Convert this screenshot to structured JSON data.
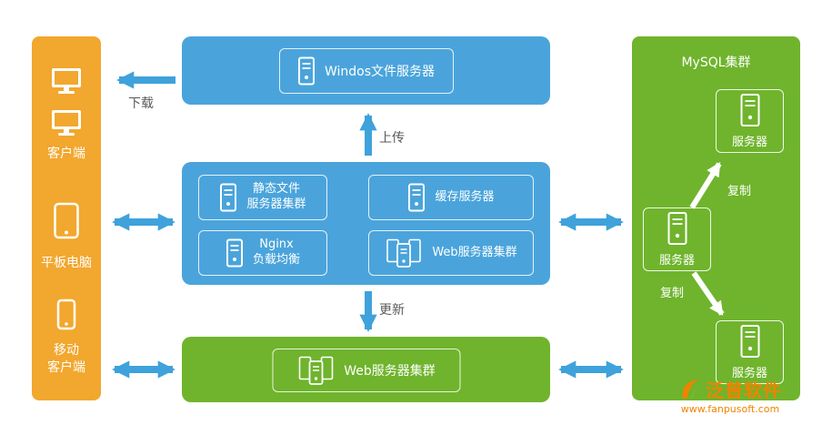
{
  "colors": {
    "orange": "#F2A72E",
    "blue": "#4AA4DB",
    "green": "#6FB42C",
    "arrow_blue": "#3FA2DB"
  },
  "left_panel": {
    "client_label": "客户端",
    "tablet_label": "平板电脑",
    "mobile_label": "移动\n客户端"
  },
  "top_box": {
    "label": "Windos文件服务器"
  },
  "middle_box": {
    "static_files": "静态文件\n服务器集群",
    "cache": "缓存服务器",
    "nginx": "Nginx\n负载均衡",
    "web_cluster": "Web服务器集群"
  },
  "bottom_box": {
    "label": "Web服务器集群"
  },
  "right_panel": {
    "title": "MySQL集群",
    "server_top": "服务器",
    "server_middle": "服务器",
    "server_bottom": "服务器",
    "replicate_top": "复制",
    "replicate_bottom": "复制"
  },
  "arrows": {
    "download": "下载",
    "upload": "上传",
    "update": "更新"
  },
  "watermark": {
    "brand": "泛普软件",
    "url": "www.fanpusoft.com"
  }
}
